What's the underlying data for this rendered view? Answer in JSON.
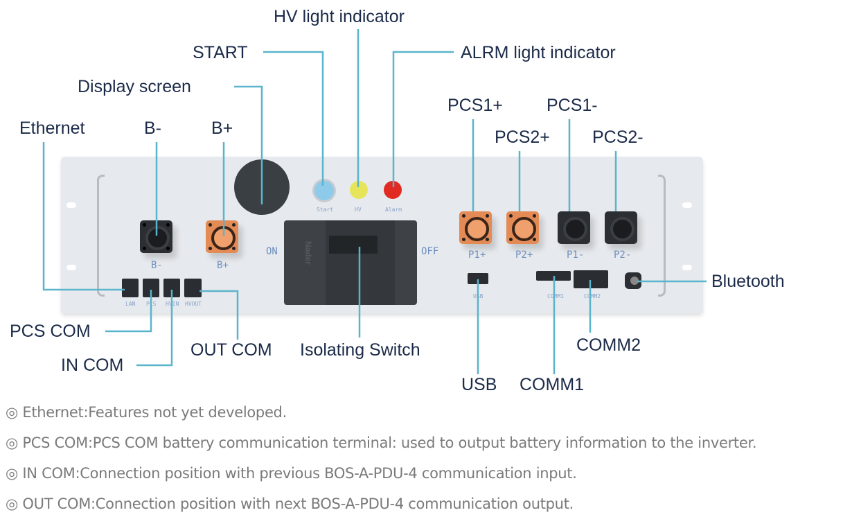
{
  "labels": {
    "hv": "HV light indicator",
    "start": "START",
    "alrm": "ALRM light indicator",
    "display": "Display screen",
    "ethernet": "Ethernet",
    "b_minus": "B-",
    "b_plus": "B+",
    "pcs1_plus": "PCS1+",
    "pcs2_plus": "PCS2+",
    "pcs1_minus": "PCS1-",
    "pcs2_minus": "PCS2-",
    "bluetooth": "Bluetooth",
    "pcs_com": "PCS COM",
    "in_com": "IN COM",
    "out_com": "OUT COM",
    "isolating": "Isolating Switch",
    "usb": "USB",
    "comm1": "COMM1",
    "comm2": "COMM2"
  },
  "device": {
    "b_minus": "B-",
    "b_plus": "B+",
    "start": "Start",
    "hv": "HV",
    "alarm": "Alarm",
    "on": "ON",
    "off": "OFF",
    "brand": "Nader",
    "p1_plus": "P1+",
    "p2_plus": "P2+",
    "p1_minus": "P1-",
    "p2_minus": "P2-",
    "lan": "LAN",
    "pcs": "PCS",
    "hvin": "HVIN",
    "hvout": "HVOUT",
    "usb": "USB",
    "comm1": "COMM1",
    "comm2": "COMM2"
  },
  "notes": [
    "◎ Ethernet:Features not yet developed.",
    "◎ PCS COM:PCS COM battery communication terminal: used to output battery information to the inverter.",
    "◎ IN COM:Connection position with previous BOS-A-PDU-4 communication input.",
    "◎ OUT COM:Connection position with next BOS-A-PDU-4 communication output."
  ],
  "colors": {
    "leader": "#5ab4cc",
    "orange": "#e38a55",
    "panel": "#e6e9ed",
    "start": "#8ecaea",
    "hv": "#e6e55a",
    "alarm": "#e12a22"
  }
}
